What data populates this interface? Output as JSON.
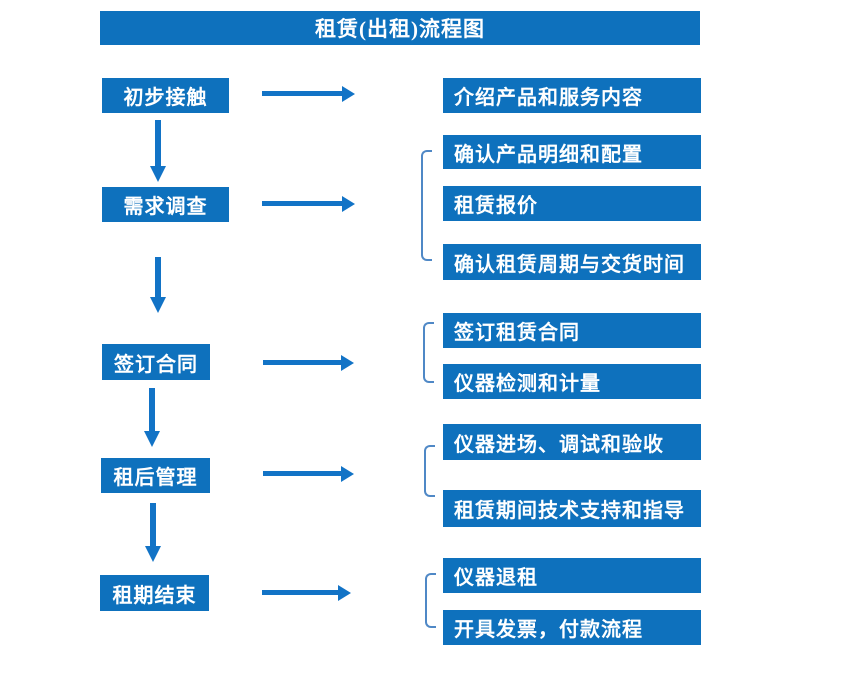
{
  "title": "租赁(出租)流程图",
  "colors": {
    "box_blue": "#0e71bd",
    "arrow_blue": "#1273c6",
    "bracket_blue": "#4f88c6",
    "text_white": "#ffffff",
    "background": "#ffffff"
  },
  "stages": [
    {
      "label": "初步接触"
    },
    {
      "label": "需求调查"
    },
    {
      "label": "签订合同"
    },
    {
      "label": "租后管理"
    },
    {
      "label": "租期结束"
    }
  ],
  "details": [
    {
      "label": "介绍产品和服务内容"
    },
    {
      "label": "确认产品明细和配置"
    },
    {
      "label": "租赁报价"
    },
    {
      "label": "确认租赁周期与交货时间"
    },
    {
      "label": "签订租赁合同"
    },
    {
      "label": "仪器检测和计量"
    },
    {
      "label": "仪器进场、调试和验收"
    },
    {
      "label": "租赁期间技术支持和指导"
    },
    {
      "label": "仪器退租"
    },
    {
      "label": "开具发票，付款流程"
    }
  ],
  "flow": [
    {
      "stage": "初步接触",
      "details": [
        "介绍产品和服务内容"
      ]
    },
    {
      "stage": "需求调查",
      "details": [
        "确认产品明细和配置",
        "租赁报价",
        "确认租赁周期与交货时间"
      ]
    },
    {
      "stage": "签订合同",
      "details": [
        "签订租赁合同",
        "仪器检测和计量"
      ]
    },
    {
      "stage": "租后管理",
      "details": [
        "仪器进场、调试和验收",
        "租赁期间技术支持和指导"
      ]
    },
    {
      "stage": "租期结束",
      "details": [
        "仪器退租",
        "开具发票，付款流程"
      ]
    }
  ]
}
